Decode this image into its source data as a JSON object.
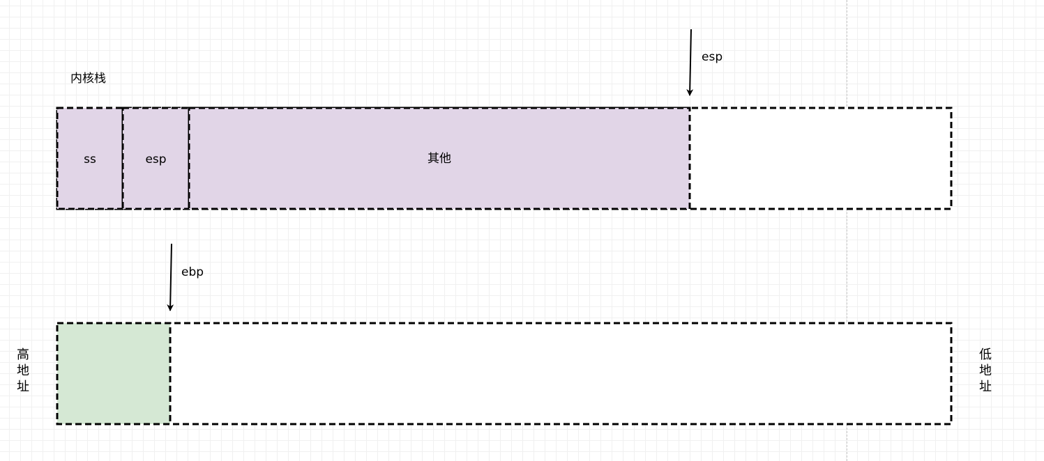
{
  "diagram": {
    "title": "内核栈",
    "top_stack": {
      "cells": [
        {
          "label": "ss"
        },
        {
          "label": "esp"
        },
        {
          "label": "其他"
        }
      ],
      "pointer_label": "esp"
    },
    "bottom_stack": {
      "pointer_label": "ebp"
    },
    "left_label": "高地址",
    "right_label": "低地址",
    "colors": {
      "pushed_fill": "#e1d5e7",
      "base_fill": "#d5e8d4",
      "border": "#000000"
    }
  }
}
